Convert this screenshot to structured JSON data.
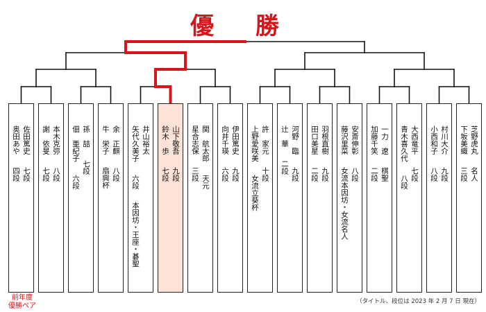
{
  "title": "優 勝",
  "colors": {
    "accent": "#d8141b",
    "line": "#111111",
    "highlight": "#fde3d7"
  },
  "prev_winner_label": "前年度\n優勝ペア",
  "footnote": "（タイトル、段位は 2023 年 2 月 7 日 現在）",
  "pairs": [
    {
      "highlight": false,
      "players": [
        {
          "name": "佐田篤史",
          "rank": "七段",
          "title": ""
        },
        {
          "name": "奥田あや",
          "rank": "四段",
          "title": ""
        }
      ]
    },
    {
      "highlight": false,
      "players": [
        {
          "name": "本木克弥",
          "rank": "八段",
          "title": ""
        },
        {
          "name": "謝　依旻",
          "rank": "七段",
          "title": ""
        }
      ]
    },
    {
      "highlight": false,
      "players": [
        {
          "name": "孫　喆",
          "rank": "七段",
          "title": ""
        },
        {
          "name": "佃　亜紀子",
          "rank": "六段",
          "title": ""
        }
      ]
    },
    {
      "highlight": false,
      "players": [
        {
          "name": "余　正麒",
          "rank": "八段",
          "title": ""
        },
        {
          "name": "牛　栄子",
          "rank": "",
          "title": "扇興杯"
        }
      ]
    },
    {
      "highlight": false,
      "players": [
        {
          "name": "井山裕太",
          "rank": "",
          "title": ""
        },
        {
          "name": "矢代久美子",
          "rank": "六段",
          "title": "本因坊・王座・碁聖"
        }
      ]
    },
    {
      "highlight": true,
      "players": [
        {
          "name": "山下敬吾",
          "rank": "九段",
          "title": ""
        },
        {
          "name": "鈴木　歩",
          "rank": "七段",
          "title": ""
        }
      ]
    },
    {
      "highlight": false,
      "players": [
        {
          "name": "関　航太郎",
          "rank": "",
          "title": "天元"
        },
        {
          "name": "星合志保",
          "rank": "三段",
          "title": ""
        }
      ]
    },
    {
      "highlight": false,
      "players": [
        {
          "name": "伊田篤史",
          "rank": "九段",
          "title": ""
        },
        {
          "name": "向井千瑛",
          "rank": "六段",
          "title": ""
        }
      ]
    },
    {
      "highlight": false,
      "players": [
        {
          "name": "許　家元",
          "rank": "十段",
          "title": ""
        },
        {
          "name": "上野愛咲美",
          "rank": "",
          "title": "女流立葵杯"
        }
      ]
    },
    {
      "highlight": false,
      "players": [
        {
          "name": "河野　臨",
          "rank": "九段",
          "title": ""
        },
        {
          "name": "辻　華",
          "rank": "二段",
          "title": ""
        }
      ]
    },
    {
      "highlight": false,
      "players": [
        {
          "name": "羽根直樹",
          "rank": "九段",
          "title": ""
        },
        {
          "name": "田口美星",
          "rank": "二段",
          "title": ""
        }
      ]
    },
    {
      "highlight": false,
      "players": [
        {
          "name": "安斎伸彰",
          "rank": "八段",
          "title": ""
        },
        {
          "name": "藤沢里菜",
          "rank": "",
          "title": "女流本因坊・女流名人"
        }
      ]
    },
    {
      "highlight": false,
      "players": [
        {
          "name": "一力　遼",
          "rank": "",
          "title": "棋聖"
        },
        {
          "name": "加藤千笑",
          "rank": "二段",
          "title": ""
        }
      ]
    },
    {
      "highlight": false,
      "players": [
        {
          "name": "大西竜平",
          "rank": "七段",
          "title": ""
        },
        {
          "name": "青木喜久代",
          "rank": "八段",
          "title": ""
        }
      ]
    },
    {
      "highlight": false,
      "players": [
        {
          "name": "村川大介",
          "rank": "九段",
          "title": ""
        },
        {
          "name": "小西和子",
          "rank": "八段",
          "title": ""
        }
      ]
    },
    {
      "highlight": false,
      "players": [
        {
          "name": "芝野虎丸",
          "rank": "",
          "title": "名人"
        },
        {
          "name": "下坂美織",
          "rank": "三段",
          "title": ""
        }
      ]
    }
  ]
}
